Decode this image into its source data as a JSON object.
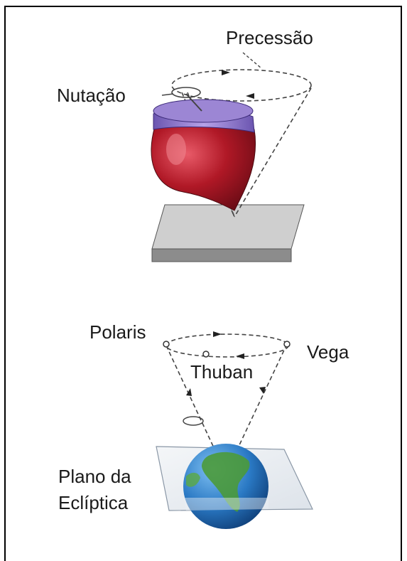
{
  "labels": {
    "precession": "Precessão",
    "nutation": "Nutação",
    "polaris": "Polaris",
    "vega": "Vega",
    "thuban": "Thuban",
    "ecliptic_line1": "Plano da",
    "ecliptic_line2": "Eclíptica"
  },
  "colors": {
    "top_body": "#b01826",
    "top_band": "#8d73c8",
    "plate_top": "#cfcfcf",
    "plate_side": "#8c8c8c",
    "earth_ocean": "#2a79c4",
    "earth_land": "#4b9a3a"
  }
}
